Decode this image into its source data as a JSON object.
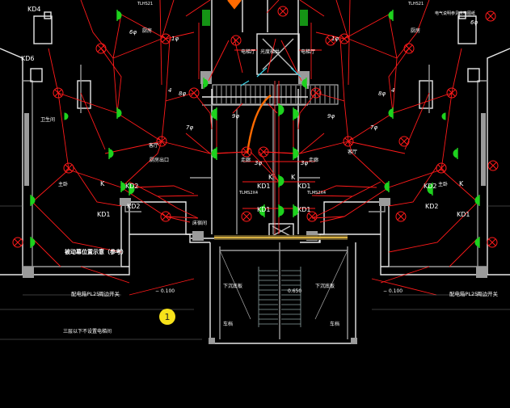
{
  "labels": {
    "kd4": "KD4",
    "kd6": "KD6",
    "kd1_left": "KD1",
    "kd1_right": "KD1",
    "kd2_left": "KD2",
    "kd2_left_b": "KD2",
    "kd2_right": "KD2",
    "kd2_right_b": "KD2",
    "kd1_c_left": "KD1",
    "kd1_c_right": "KD1",
    "kd1_c_left_b": "KD1",
    "kd1_c_right_b": "KD1",
    "k_left": "K",
    "k_right": "K",
    "k_center_l": "K",
    "k_center_r": "K",
    "lamp_6": "6φ",
    "lamp_1_left": "1φ",
    "lamp_1_right": "1φ",
    "lamp_8_left": "8φ",
    "lamp_8_right": "8φ",
    "lamp_4_left": "4",
    "lamp_4_right": "4",
    "lamp_7_left": "7φ",
    "lamp_7_right": "7φ",
    "lamp_9_left": "9φ",
    "lamp_9_right": "9φ",
    "lamp_3_left": "3φ",
    "lamp_3_right": "3φ",
    "lamp_6_right": "6φ",
    "wire_left": "TLMS2X4",
    "wire_right": "TLMS2X4",
    "room_elev_left": "电梯厅",
    "room_elev_right": "电梯厅",
    "room_shaft": "光度梯井",
    "room_kitchen_left": "厨房",
    "room_kitchen_right": "厨房",
    "room_living_left": "客厅",
    "room_living_right": "客厅",
    "room_corr_left": "走廊",
    "room_corr_right": "走廊",
    "room_bed_left": "主卧",
    "room_bed_right": "主卧",
    "room_dining_left": "厨房出口",
    "room_room_left": "床宿间",
    "room_bath_left": "卫生间",
    "elev_pit_left": "− 0.100",
    "elev_pit_right": "− 0.100",
    "elev_center": "0.650",
    "stair_left": "下沉底板",
    "stair_right": "下沉底板",
    "stair_bottom_l": "车档",
    "stair_bottom_r": "车档",
    "note_position": "被动幕位置示意（参考）",
    "note_box_left": "配电箱PL25",
    "note_box_right": "配电箱PL25",
    "note_box_tag_left": "周边开关",
    "note_box_tag_right": "周边开关",
    "note_bottom": "三层以下不设置电梯间",
    "marker": "1",
    "top_left_note": "TLHS21",
    "top_right_note": "TLHS21",
    "top_right_text": "电气说明参见水电图纸"
  },
  "colors": {
    "background": "#000000",
    "wall": "#ffffff",
    "wire": "#ff1a1a",
    "device": "#1ed21e",
    "label_white": "#ffffff",
    "label_green": "#46e046",
    "accent_orange": "#ff6a00",
    "stair": "#8aa0a0",
    "marker": "#f7e21a",
    "cyan": "#3ad3e8"
  }
}
